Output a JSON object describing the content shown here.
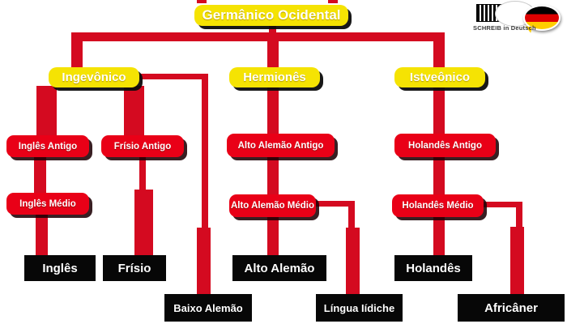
{
  "diagram": {
    "title": "Germânico Ocidental",
    "type": "language-family-tree",
    "colors": {
      "yellow": "#F5E303",
      "red": "#E90017",
      "line_red": "#D40A20",
      "black": "#070707",
      "text": "#FFFFFF"
    },
    "nodes": {
      "root": "Germânico Ocidental",
      "ingevonico": "Ingevônico",
      "hermiones": "Hermionês",
      "istveonico": "Istveônico",
      "ingles_antigo": "Inglês Antigo",
      "frisio_antigo": "Frísio Antigo",
      "alto_alemao_antigo": "Alto Alemão Antigo",
      "holandes_antigo": "Holandês Antigo",
      "ingles_medio": "Inglês Médio",
      "alto_alemao_medio": "Alto Alemão Médio",
      "holandes_medio": "Holandês Médio",
      "ingles": "Inglês",
      "frisio": "Frísio",
      "alto_alemao": "Alto Alemão",
      "holandes": "Holandês",
      "baixo_alemao": "Baixo Alemão",
      "lingua_iidiche": "Língua Iídiche",
      "africaner": "Africâner"
    },
    "edges": [
      [
        "Germânico Ocidental",
        "Ingevônico"
      ],
      [
        "Germânico Ocidental",
        "Hermionês"
      ],
      [
        "Germânico Ocidental",
        "Istveônico"
      ],
      [
        "Ingevônico",
        "Inglês Antigo"
      ],
      [
        "Ingevônico",
        "Frísio Antigo"
      ],
      [
        "Ingevônico",
        "Baixo Alemão"
      ],
      [
        "Inglês Antigo",
        "Inglês Médio"
      ],
      [
        "Inglês Médio",
        "Inglês"
      ],
      [
        "Frísio Antigo",
        "Frísio"
      ],
      [
        "Hermionês",
        "Alto Alemão Antigo"
      ],
      [
        "Alto Alemão Antigo",
        "Alto Alemão Médio"
      ],
      [
        "Alto Alemão Médio",
        "Alto Alemão"
      ],
      [
        "Alto Alemão Médio",
        "Língua Iídiche"
      ],
      [
        "Istveônico",
        "Holandês Antigo"
      ],
      [
        "Holandês Antigo",
        "Holandês Médio"
      ],
      [
        "Holandês Médio",
        "Holandês"
      ],
      [
        "Holandês Médio",
        "Africâner"
      ]
    ]
  },
  "logo": {
    "caption": "SCHREIB in Deutsch",
    "flag_colors": [
      "#000000",
      "#DD0000",
      "#FFCE00"
    ]
  }
}
